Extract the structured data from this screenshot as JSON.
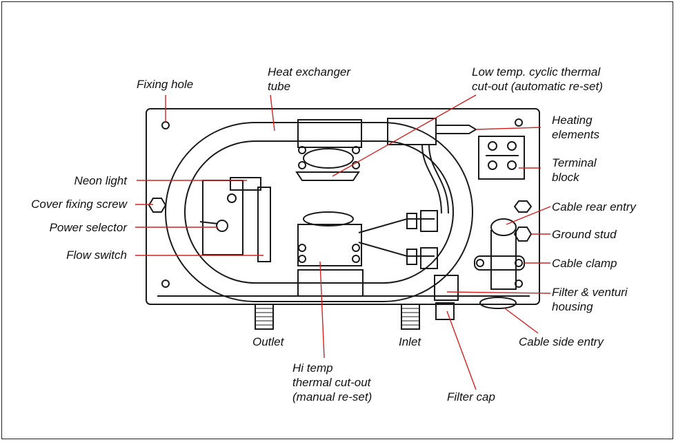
{
  "labels": {
    "fixing_hole": "Fixing hole",
    "heat_exchanger_tube": "Heat exchanger\ntube",
    "low_temp_cutout": "Low temp. cyclic thermal\ncut-out (automatic re-set)",
    "heating_elements": "Heating\nelements",
    "terminal_block": "Terminal\nblock",
    "neon_light": "Neon light",
    "cover_fixing_screw": "Cover fixing screw",
    "power_selector": "Power selector",
    "flow_switch": "Flow switch",
    "cable_rear_entry": "Cable rear entry",
    "ground_stud": "Ground stud",
    "cable_clamp": "Cable clamp",
    "filter_venturi_housing": "Filter & venturi\nhousing",
    "cable_side_entry": "Cable side entry",
    "outlet": "Outlet",
    "inlet": "Inlet",
    "hi_temp_cutout": "Hi temp\nthermal cut-out\n(manual re-set)",
    "filter_cap": "Filter cap"
  },
  "colors": {
    "leader": "#d42020",
    "ink": "#1a1a1a"
  }
}
